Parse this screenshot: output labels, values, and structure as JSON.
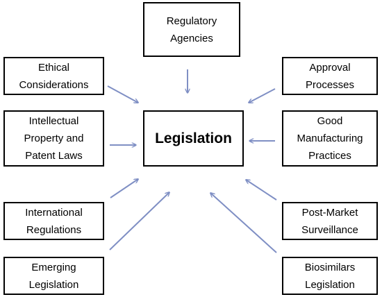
{
  "center": {
    "label": "Legislation"
  },
  "nodes": {
    "regulatory_agencies": "Regulatory\nAgencies",
    "ethical_considerations": "Ethical\nConsiderations",
    "approval_processes": "Approval\nProcesses",
    "intellectual_property": "Intellectual\nProperty and\nPatent Laws",
    "good_manufacturing": "Good\nManufacturing\nPractices",
    "international_regulations": "International\nRegulations",
    "post_market": "Post-Market\nSurveillance",
    "emerging_legislation": "Emerging\nLegislation",
    "biosimilars": "Biosimilars\nLegislation"
  },
  "colors": {
    "arrow": "#7f8fc4",
    "border": "#000000"
  }
}
